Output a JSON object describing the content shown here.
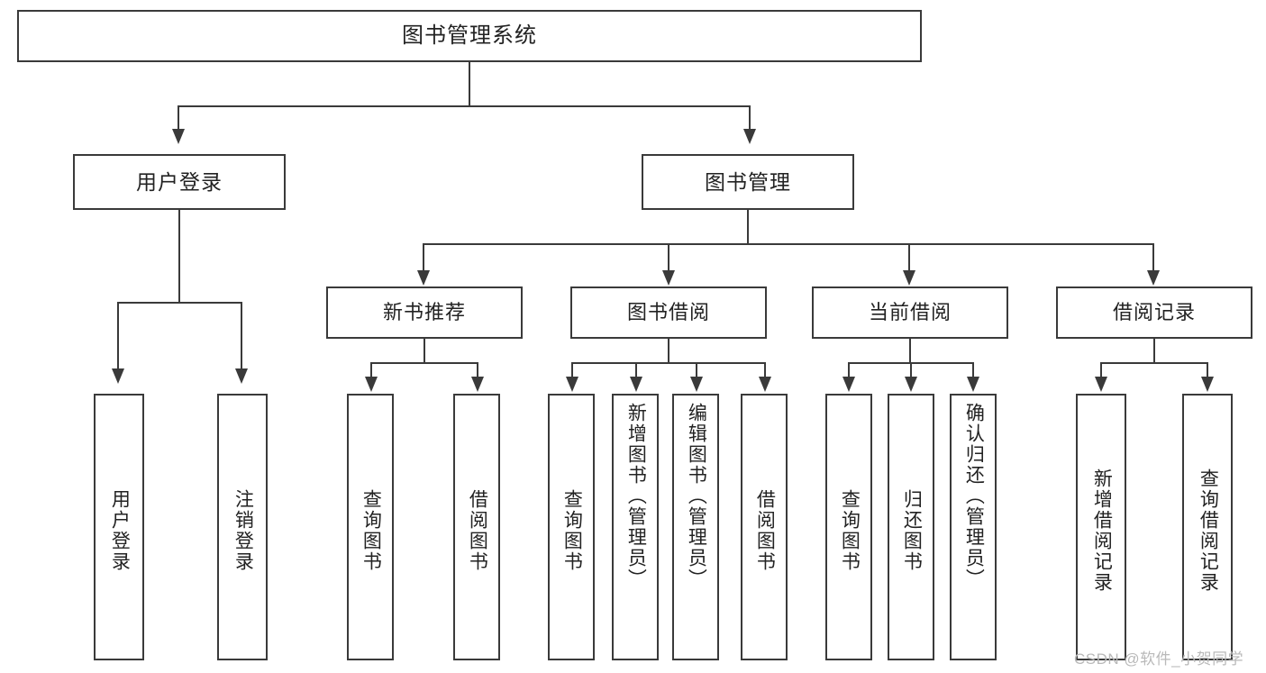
{
  "diagram": {
    "type": "tree-hierarchy-flowchart",
    "title": "图书管理系统",
    "watermark": "CSDN @软件_小贺同学",
    "colors": {
      "box_border": "#3a3a3a",
      "box_fill": "#ffffff",
      "text": "#222222",
      "connector": "#3a3a3a",
      "watermark": "#b9b9b9",
      "background": "#ffffff"
    },
    "root": {
      "label": "图书管理系统"
    },
    "level2": [
      {
        "label": "用户登录"
      },
      {
        "label": "图书管理"
      }
    ],
    "level3": [
      {
        "label": "新书推荐"
      },
      {
        "label": "图书借阅"
      },
      {
        "label": "当前借阅"
      },
      {
        "label": "借阅记录"
      }
    ],
    "leaves": {
      "user_login": [
        {
          "label": "用户登录"
        },
        {
          "label": "注销登录"
        }
      ],
      "new_book_recommend": [
        {
          "label": "查询图书"
        },
        {
          "label": "借阅图书"
        }
      ],
      "book_borrow": [
        {
          "label": "查询图书"
        },
        {
          "label": "新增图书（管理员）"
        },
        {
          "label": "编辑图书（管理员）"
        },
        {
          "label": "借阅图书"
        }
      ],
      "current_borrow": [
        {
          "label": "查询图书"
        },
        {
          "label": "归还图书"
        },
        {
          "label": "确认归还（管理员）"
        }
      ],
      "borrow_record": [
        {
          "label": "新增借阅记录"
        },
        {
          "label": "查询借阅记录"
        }
      ]
    }
  }
}
